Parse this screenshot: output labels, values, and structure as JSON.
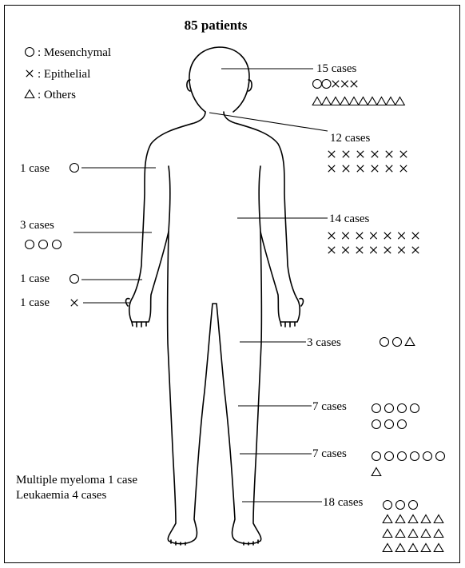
{
  "title": "85 patients",
  "legend": [
    {
      "symbol": "circle",
      "label": ": Mesenchymal"
    },
    {
      "symbol": "cross",
      "label": ": Epithelial"
    },
    {
      "symbol": "triangle",
      "label": ": Others"
    }
  ],
  "callouts": [
    {
      "id": "head-neck",
      "text": "15 cases",
      "rows": [
        [
          "circle",
          "circle",
          "cross",
          "cross",
          "cross"
        ],
        [
          "triangle",
          "triangle",
          "triangle",
          "triangle",
          "triangle",
          "triangle",
          "triangle",
          "triangle",
          "triangle",
          "triangle"
        ]
      ]
    },
    {
      "id": "breast",
      "text": "12 cases",
      "rows": [
        [
          "cross",
          "cross",
          "cross",
          "cross",
          "cross",
          "cross"
        ],
        [
          "cross",
          "cross",
          "cross",
          "cross",
          "cross",
          "cross"
        ]
      ]
    },
    {
      "id": "upper-arm",
      "text": "1 case",
      "rows": [
        [
          "circle"
        ]
      ]
    },
    {
      "id": "trunk",
      "text": "14 cases",
      "rows": [
        [
          "cross",
          "cross",
          "cross",
          "cross",
          "cross",
          "cross",
          "cross"
        ],
        [
          "cross",
          "cross",
          "cross",
          "cross",
          "cross",
          "cross",
          "cross"
        ]
      ]
    },
    {
      "id": "forearm",
      "text": "3 cases",
      "rows": [
        [
          "circle",
          "circle",
          "circle"
        ]
      ]
    },
    {
      "id": "wrist",
      "text": "1 case",
      "rows": [
        [
          "circle"
        ]
      ]
    },
    {
      "id": "hand",
      "text": "1 case",
      "rows": [
        [
          "cross"
        ]
      ]
    },
    {
      "id": "thigh",
      "text": "3 cases",
      "rows": [
        [
          "circle",
          "circle",
          "triangle"
        ]
      ]
    },
    {
      "id": "knee",
      "text": "7 cases",
      "rows": [
        [
          "circle",
          "circle",
          "circle",
          "circle"
        ],
        [
          "circle",
          "circle",
          "circle"
        ]
      ]
    },
    {
      "id": "lower-leg",
      "text": "7 cases",
      "rows": [
        [
          "circle",
          "circle",
          "circle",
          "circle",
          "circle",
          "circle"
        ],
        [
          "triangle"
        ]
      ]
    },
    {
      "id": "foot",
      "text": "18 cases",
      "rows": [
        [
          "circle",
          "circle",
          "circle"
        ],
        [
          "triangle",
          "triangle",
          "triangle",
          "triangle",
          "triangle"
        ],
        [
          "triangle",
          "triangle",
          "triangle",
          "triangle",
          "triangle"
        ],
        [
          "triangle",
          "triangle",
          "triangle",
          "triangle",
          "triangle"
        ]
      ]
    }
  ],
  "notes": [
    "Multiple myeloma 1 case",
    "Leukaemia 4 cases"
  ]
}
